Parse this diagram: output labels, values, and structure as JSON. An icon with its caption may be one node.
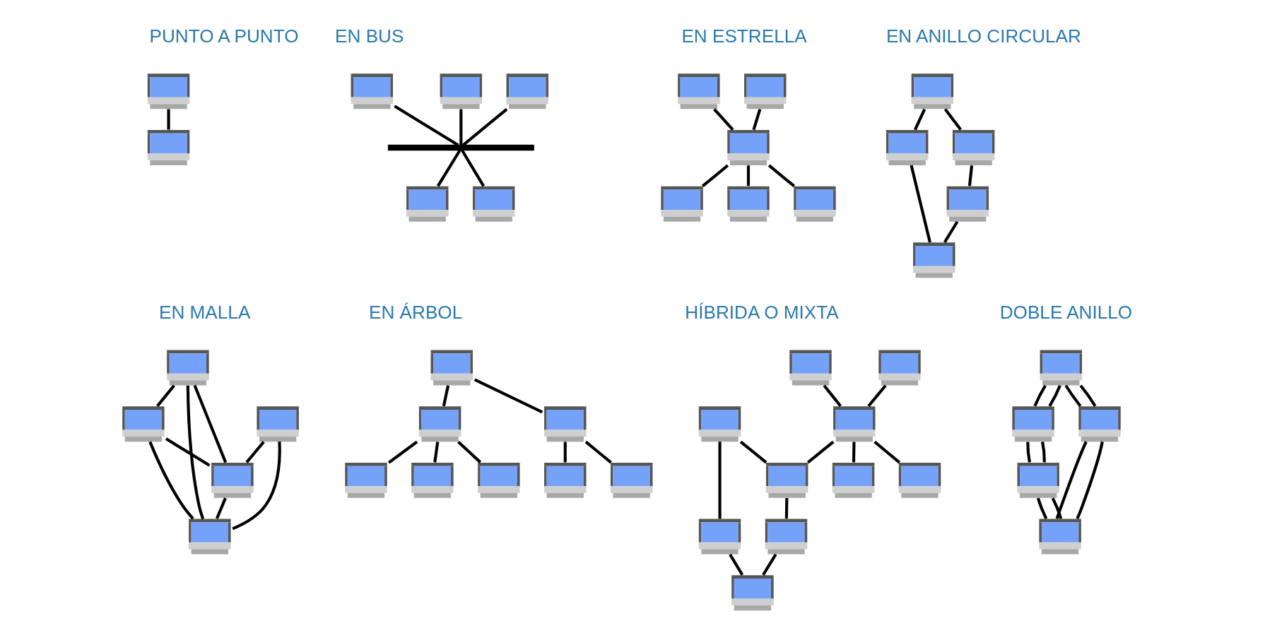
{
  "diagram": {
    "nodes": [
      {
        "text": [],
        "shape": "box"
      },
      {
        "text": [],
        "shape": "box"
      },
      {
        "text": [],
        "shape": "box"
      },
      {
        "text": [],
        "shape": "box"
      },
      {
        "text": [],
        "shape": "box"
      },
      {
        "text": [],
        "shape": "bar"
      },
      {
        "text": [],
        "shape": "box"
      },
      {
        "text": [],
        "shape": "box"
      },
      {
        "text": [],
        "shape": "box"
      },
      {
        "text": [],
        "shape": "box"
      },
      {
        "text": [],
        "shape": "box"
      },
      {
        "text": [],
        "shape": "box"
      },
      {
        "text": [],
        "shape": "box"
      },
      {
        "text": [],
        "shape": "box"
      },
      {
        "text": [],
        "shape": "box"
      },
      {
        "text": [],
        "shape": "box"
      },
      {
        "text": [],
        "shape": "box"
      },
      {
        "text": [],
        "shape": "box"
      },
      {
        "text": [],
        "shape": "box"
      },
      {
        "text": [],
        "shape": "box"
      },
      {
        "text": [],
        "shape": "box"
      },
      {
        "text": [],
        "shape": "box"
      },
      {
        "text": [],
        "shape": "box"
      },
      {
        "text": [],
        "shape": "box"
      },
      {
        "text": [],
        "shape": "box"
      },
      {
        "text": [],
        "shape": "box"
      },
      {
        "text": [],
        "shape": "box"
      },
      {
        "text": [],
        "shape": "box"
      },
      {
        "text": [],
        "shape": "box"
      },
      {
        "text": [],
        "shape": "box"
      },
      {
        "text": [],
        "shape": "box"
      },
      {
        "text": [],
        "shape": "box"
      },
      {
        "text": [],
        "shape": "box"
      },
      {
        "text": [],
        "shape": "box"
      },
      {
        "text": [],
        "shape": "box"
      },
      {
        "text": [],
        "shape": "box"
      },
      {
        "text": [],
        "shape": "box"
      },
      {
        "text": [],
        "shape": "box"
      },
      {
        "text": [],
        "shape": "box"
      },
      {
        "text": [],
        "shape": "box"
      },
      {
        "text": [],
        "shape": "box"
      },
      {
        "text": [],
        "shape": "box"
      },
      {
        "text": [],
        "shape": "box"
      },
      {
        "text": [],
        "shape": "box"
      },
      {
        "text": [],
        "shape": "box"
      },
      {
        "text": [],
        "shape": "box"
      },
      {
        "text": [],
        "shape": "box"
      }
    ],
    "edges": [
      {
        "from": 0,
        "to": 1,
        "arrow": "none"
      },
      {
        "from": 2,
        "to": 5,
        "arrow": "none"
      },
      {
        "from": 3,
        "to": 5,
        "arrow": "none"
      },
      {
        "from": 4,
        "to": 5,
        "arrow": "none"
      },
      {
        "from": 5,
        "to": 6,
        "arrow": "none"
      },
      {
        "from": 5,
        "to": 7,
        "arrow": "none"
      },
      {
        "from": 8,
        "to": 10,
        "arrow": "none"
      },
      {
        "from": 9,
        "to": 10,
        "arrow": "none"
      },
      {
        "from": 10,
        "to": 11,
        "arrow": "none"
      },
      {
        "from": 10,
        "to": 12,
        "arrow": "none"
      },
      {
        "from": 10,
        "to": 13,
        "arrow": "none"
      },
      {
        "from": 14,
        "to": 16,
        "arrow": "none"
      },
      {
        "from": 16,
        "to": 18,
        "arrow": "none"
      },
      {
        "from": 17,
        "to": 18,
        "arrow": "none"
      },
      {
        "from": 15,
        "to": 17,
        "arrow": "none"
      },
      {
        "from": 14,
        "to": 15,
        "arrow": "none"
      },
      {
        "from": 19,
        "to": 20,
        "arrow": "none"
      },
      {
        "from": 19,
        "to": 22,
        "arrow": "none"
      },
      {
        "from": 19,
        "to": 23,
        "arrow": "none"
      },
      {
        "from": 20,
        "to": 22,
        "arrow": "none"
      },
      {
        "from": 20,
        "to": 23,
        "arrow": "none"
      },
      {
        "from": 21,
        "to": 22,
        "arrow": "none"
      },
      {
        "from": 21,
        "to": 23,
        "arrow": "none"
      },
      {
        "from": 22,
        "to": 23,
        "arrow": "none"
      },
      {
        "from": 24,
        "to": 25,
        "arrow": "none"
      },
      {
        "from": 24,
        "to": 26,
        "arrow": "none"
      },
      {
        "from": 25,
        "to": 27,
        "arrow": "none"
      },
      {
        "from": 25,
        "to": 28,
        "arrow": "none"
      },
      {
        "from": 25,
        "to": 29,
        "arrow": "none"
      },
      {
        "from": 26,
        "to": 30,
        "arrow": "none"
      },
      {
        "from": 26,
        "to": 31,
        "arrow": "none"
      },
      {
        "from": 33,
        "to": 34,
        "arrow": "none"
      },
      {
        "from": 37,
        "to": 34,
        "arrow": "none"
      },
      {
        "from": 34,
        "to": 35,
        "arrow": "none"
      },
      {
        "from": 34,
        "to": 40,
        "arrow": "none"
      },
      {
        "from": 34,
        "to": 41,
        "arrow": "none"
      },
      {
        "from": 32,
        "to": 36,
        "arrow": "none"
      },
      {
        "from": 36,
        "to": 39,
        "arrow": "none"
      },
      {
        "from": 38,
        "to": 39,
        "arrow": "none"
      },
      {
        "from": 35,
        "to": 38,
        "arrow": "none"
      },
      {
        "from": 32,
        "to": 35,
        "arrow": "none"
      },
      {
        "from": 42,
        "to": 44,
        "arrow": "none"
      },
      {
        "from": 44,
        "to": 46,
        "arrow": "none"
      },
      {
        "from": 45,
        "to": 46,
        "arrow": "none"
      },
      {
        "from": 43,
        "to": 45,
        "arrow": "none"
      },
      {
        "from": 42,
        "to": 43,
        "arrow": "none"
      },
      {
        "from": 42,
        "to": 44,
        "arrow": "none"
      },
      {
        "from": 44,
        "to": 46,
        "arrow": "none"
      },
      {
        "from": 45,
        "to": 46,
        "arrow": "none"
      },
      {
        "from": 43,
        "to": 45,
        "arrow": "none"
      },
      {
        "from": 42,
        "to": 43,
        "arrow": "none"
      }
    ],
    "labels": [
      "PUNTO A PUNTO",
      "EN BUS",
      "EN ESTRELLA",
      "EN ANILLO CIRCULAR",
      "EN MALLA",
      "EN ÁRBOL",
      "HÍBRIDA O MIXTA",
      "DOBLE ANILLO"
    ]
  }
}
